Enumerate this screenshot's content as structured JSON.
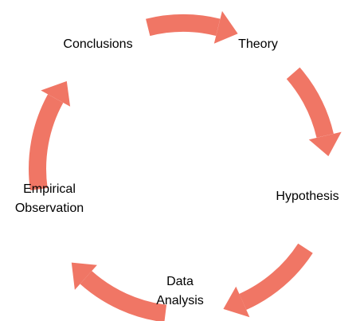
{
  "colors": {
    "arrow": "#F07665",
    "text": "#000000",
    "background": "#FFFFFF"
  },
  "steps": [
    {
      "id": "conclusions",
      "lines": [
        "Conclusions"
      ]
    },
    {
      "id": "theory",
      "lines": [
        "Theory"
      ]
    },
    {
      "id": "hypothesis",
      "lines": [
        "Hypothesis"
      ]
    },
    {
      "id": "data-analysis",
      "lines": [
        "Data",
        "Analysis"
      ]
    },
    {
      "id": "empirical-observation",
      "lines": [
        "Empirical",
        "Observation"
      ]
    }
  ],
  "arrows": [
    {
      "from": "conclusions",
      "to": "theory"
    },
    {
      "from": "theory",
      "to": "hypothesis"
    },
    {
      "from": "hypothesis",
      "to": "data-analysis"
    },
    {
      "from": "data-analysis",
      "to": "empirical-observation"
    },
    {
      "from": "empirical-observation",
      "to": "conclusions"
    }
  ]
}
